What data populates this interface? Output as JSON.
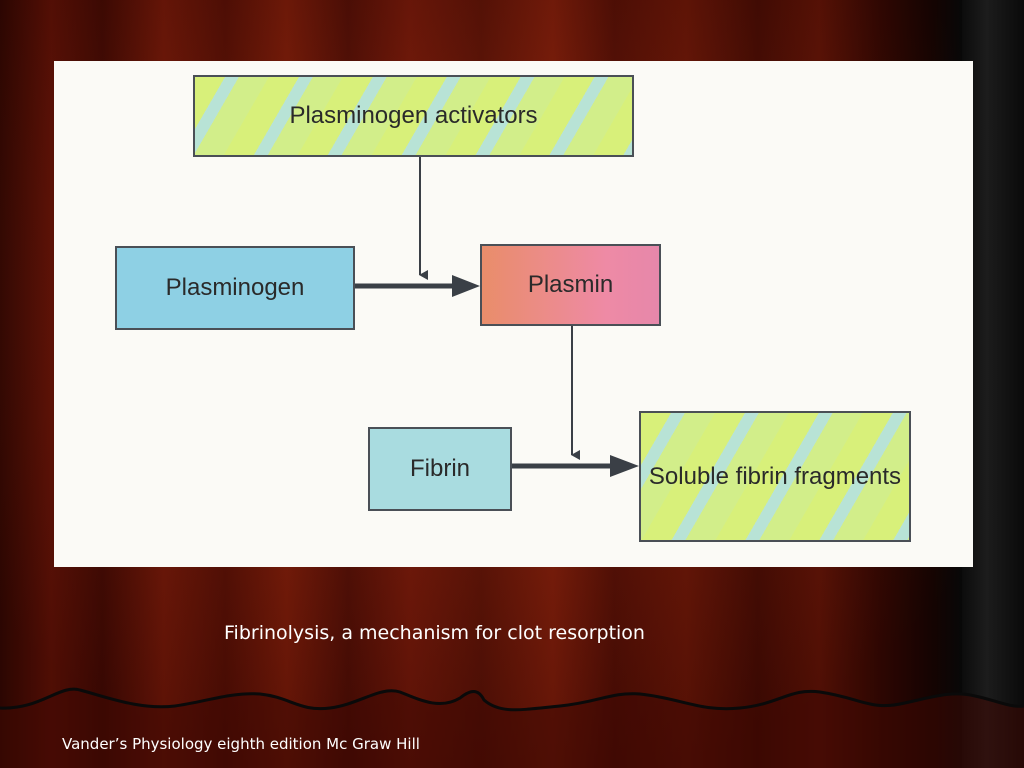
{
  "diagram": {
    "nodes": {
      "activators": "Plasminogen activators",
      "plasminogen": "Plasminogen",
      "plasmin": "Plasmin",
      "fibrin": "Fibrin",
      "fragments": "Soluble fibrin fragments"
    }
  },
  "caption": "Fibrinolysis, a mechanism for clot resorption",
  "credit": "Vander’s Physiology eighth edition Mc Graw Hill",
  "colors": {
    "curtain_red": "#6a1206",
    "curtain_black": "#0c0c0c",
    "panel_bg": "#fbfaf6",
    "plasminogen_box": "#8ed0e4",
    "plasmin_box": "#e98d6a",
    "fibrin_box": "#a9dce0",
    "striped_box": "#d8f07a"
  }
}
